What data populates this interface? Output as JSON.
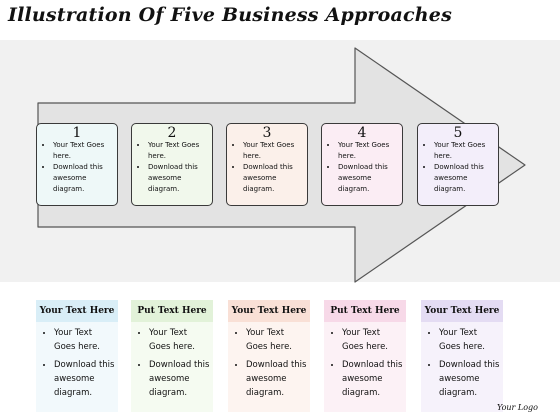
{
  "title": "Illustration Of Five Business Approaches",
  "steps": [
    {
      "number": "1",
      "bullets": [
        "Your Text Goes here.",
        "Download this awesome diagram."
      ],
      "color": "#eef8f8"
    },
    {
      "number": "2",
      "bullets": [
        "Your Text Goes here.",
        "Download this awesome diagram."
      ],
      "color": "#f1f8ec"
    },
    {
      "number": "3",
      "bullets": [
        "Your Text Goes here.",
        "Download this awesome diagram."
      ],
      "color": "#fbf0ea"
    },
    {
      "number": "4",
      "bullets": [
        "Your Text Goes here.",
        "Download this awesome diagram."
      ],
      "color": "#fbedf4"
    },
    {
      "number": "5",
      "bullets": [
        "Your Text Goes here.",
        "Download this awesome diagram."
      ],
      "color": "#f3eefa"
    }
  ],
  "cards": [
    {
      "heading": "Your Text Here",
      "bullets": [
        "Your Text Goes here.",
        "Download this awesome diagram."
      ],
      "head_color": "#d9eef7",
      "body_color": "#f2f9fc"
    },
    {
      "heading": "Put Text Here",
      "bullets": [
        "Your Text Goes here.",
        "Download this awesome diagram."
      ],
      "head_color": "#e2f2d9",
      "body_color": "#f5fbf1"
    },
    {
      "heading": "Your Text Here",
      "bullets": [
        "Your Text Goes here.",
        "Download this awesome diagram."
      ],
      "head_color": "#f9e0d6",
      "body_color": "#fdf4f0"
    },
    {
      "heading": "Put Text Here",
      "bullets": [
        "Your Text Goes here.",
        "Download this awesome diagram."
      ],
      "head_color": "#f7d9e8",
      "body_color": "#fcf1f6"
    },
    {
      "heading": "Your Text Here",
      "bullets": [
        "Your Text Goes here.",
        "Download this awesome diagram."
      ],
      "head_color": "#e4dcf3",
      "body_color": "#f6f2fb"
    }
  ],
  "logo": "Your Logo"
}
